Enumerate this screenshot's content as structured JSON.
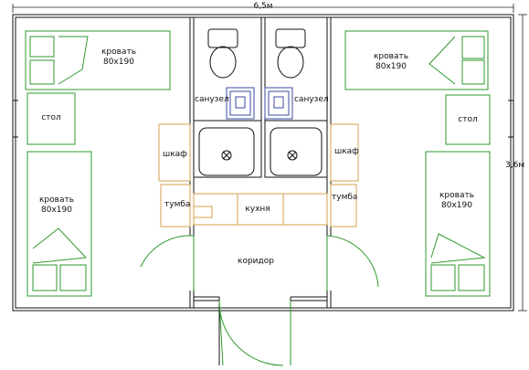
{
  "dimensions": {
    "width": "6,5м",
    "height": "3,6м"
  },
  "rooms": {
    "bed_top_left": {
      "name": "кровать",
      "size": "80х190"
    },
    "bed_bottom_left": {
      "name": "кровать",
      "size": "80х190"
    },
    "bed_top_right": {
      "name": "кровать",
      "size": "80х190"
    },
    "bed_bottom_right": {
      "name": "кровать",
      "size": "80х190"
    },
    "table_left": "стол",
    "table_right": "стол",
    "bathroom_left": "санузел",
    "bathroom_right": "санузел",
    "wardrobe_left": "шкаф",
    "wardrobe_right": "шкаф",
    "nightstand_left": "тумба",
    "nightstand_right": "тумба",
    "kitchen": "кухня",
    "corridor": "коридор"
  },
  "colors": {
    "wall": "#111111",
    "furniture_green": "#2e9a2e",
    "furniture_orange": "#d4a24c",
    "door_green": "#2e9a2e",
    "plumbing_blue": "#3a4aa0"
  }
}
